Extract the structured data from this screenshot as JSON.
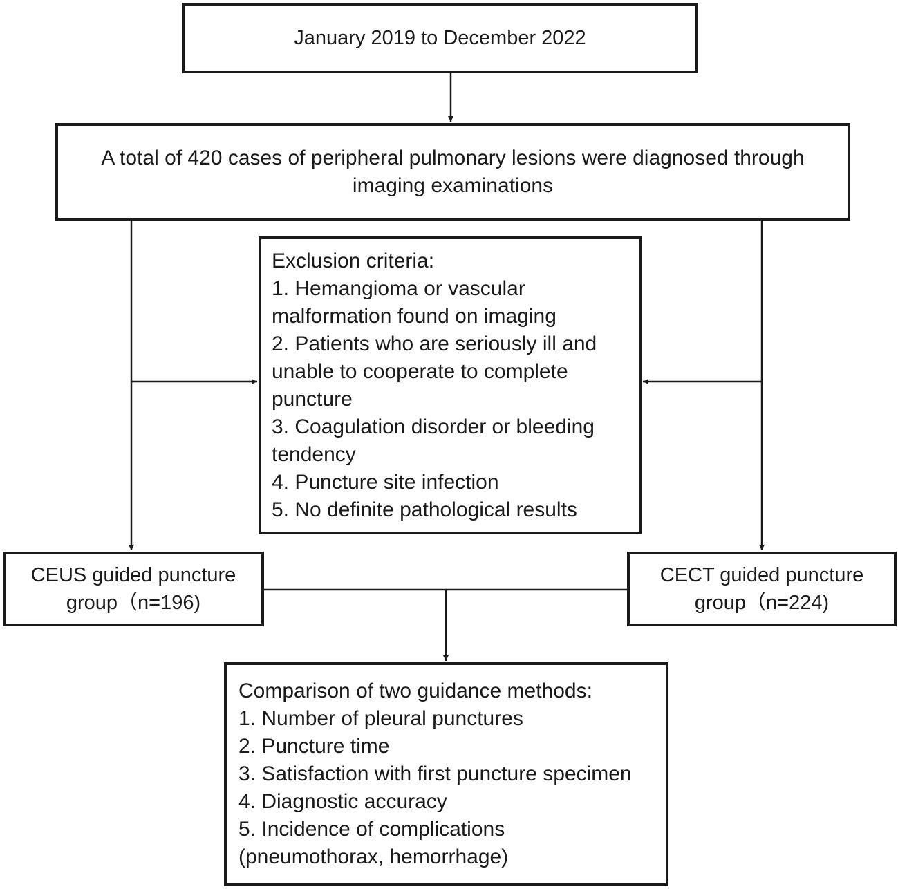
{
  "flowchart": {
    "period": {
      "text": "January 2019 to December 2022"
    },
    "total": {
      "lines": [
        "A total of 420 cases of peripheral pulmonary lesions were diagnosed through",
        "imaging examinations"
      ]
    },
    "exclusion": {
      "lines": [
        "Exclusion criteria:",
        "1. Hemangioma or vascular",
        "malformation found on imaging",
        "2. Patients who are seriously ill and",
        "unable to cooperate to complete",
        "puncture",
        "3. Coagulation disorder or bleeding",
        "tendency",
        "4. Puncture site infection",
        "5. No definite pathological results"
      ]
    },
    "ceus_group": {
      "lines": [
        "CEUS guided puncture",
        "group（n=196)"
      ]
    },
    "cect_group": {
      "lines": [
        "CECT guided puncture",
        "group（n=224)"
      ]
    },
    "comparison": {
      "lines": [
        "Comparison of two guidance methods:",
        "1. Number of pleural punctures",
        "2. Puncture time",
        "3. Satisfaction with first puncture specimen",
        "4. Diagnostic accuracy",
        "5. Incidence of complications",
        "(pneumothorax, hemorrhage)"
      ]
    },
    "colors": {
      "stroke": "#1a1a1a",
      "background": "#ffffff"
    }
  }
}
